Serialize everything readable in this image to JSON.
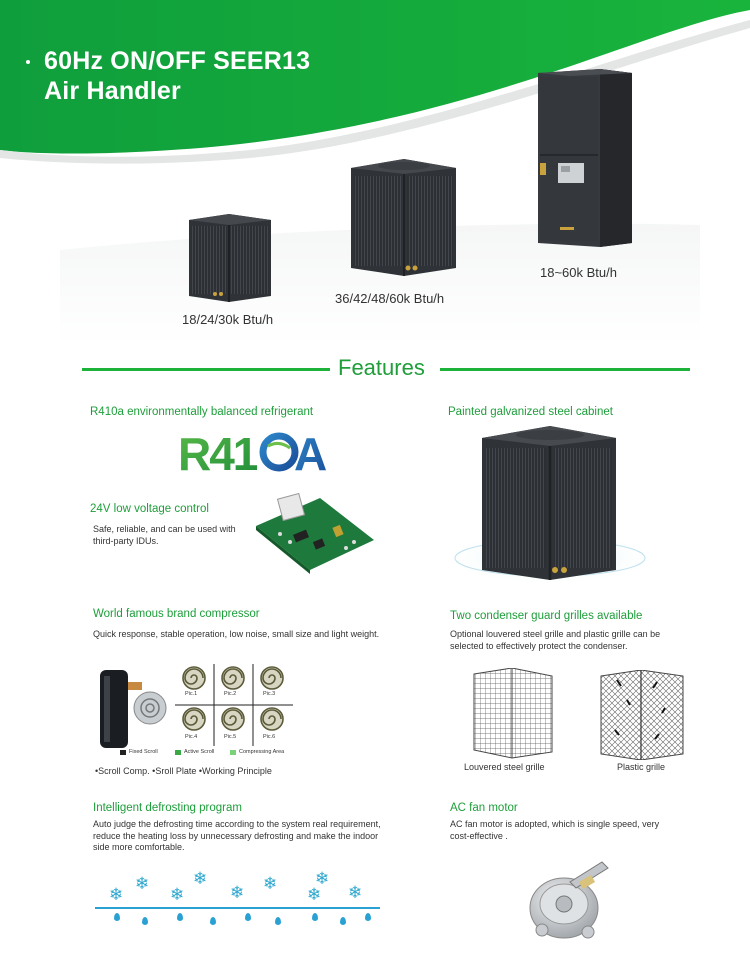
{
  "header": {
    "title_line1": "60Hz ON/OFF SEER13",
    "title_line2": "Air Handler"
  },
  "products": [
    {
      "label": "18/24/30k Btu/h"
    },
    {
      "label": "36/42/48/60k Btu/h"
    },
    {
      "label": "18~60k Btu/h"
    }
  ],
  "features_heading": "Features",
  "features": {
    "refrigerant": {
      "title": "R410a environmentally balanced refrigerant",
      "logo_text": "R410A"
    },
    "cabinet": {
      "title": "Painted galvanized steel cabinet"
    },
    "control": {
      "title": "24V low voltage control",
      "text": "Safe, reliable, and can be used with third-party IDUs."
    },
    "compressor": {
      "title": "World famous brand compressor",
      "text": "Quick response, stable operation, low noise, small size and light weight.",
      "pics": [
        "Pic.1",
        "Pic.2",
        "Pic.3",
        "Pic.4",
        "Pic.5",
        "Pic.6"
      ],
      "legend": [
        "Fixed Scroll",
        "Active Scroll",
        "Compressing Area"
      ],
      "caption": "•Scroll Comp.  •Sroll Plate  •Working Principle"
    },
    "grilles": {
      "title": "Two condenser guard grilles available",
      "text": "Optional louvered steel grille and plastic grille can be selected to effectively protect the condenser.",
      "left_label": "Louvered steel grille",
      "right_label": "Plastic grille"
    },
    "defrost": {
      "title": "Intelligent defrosting program",
      "text": "Auto judge the defrosting time according to the system real requirement, reduce the heating loss by unnecessary defrosting and make the indoor side more comfortable."
    },
    "fan": {
      "title": "AC fan motor",
      "text": "AC fan motor is adopted, which is single speed, very cost-effective ."
    }
  },
  "colors": {
    "brand_green": "#1db23a",
    "ice_blue": "#2aa1d3"
  }
}
